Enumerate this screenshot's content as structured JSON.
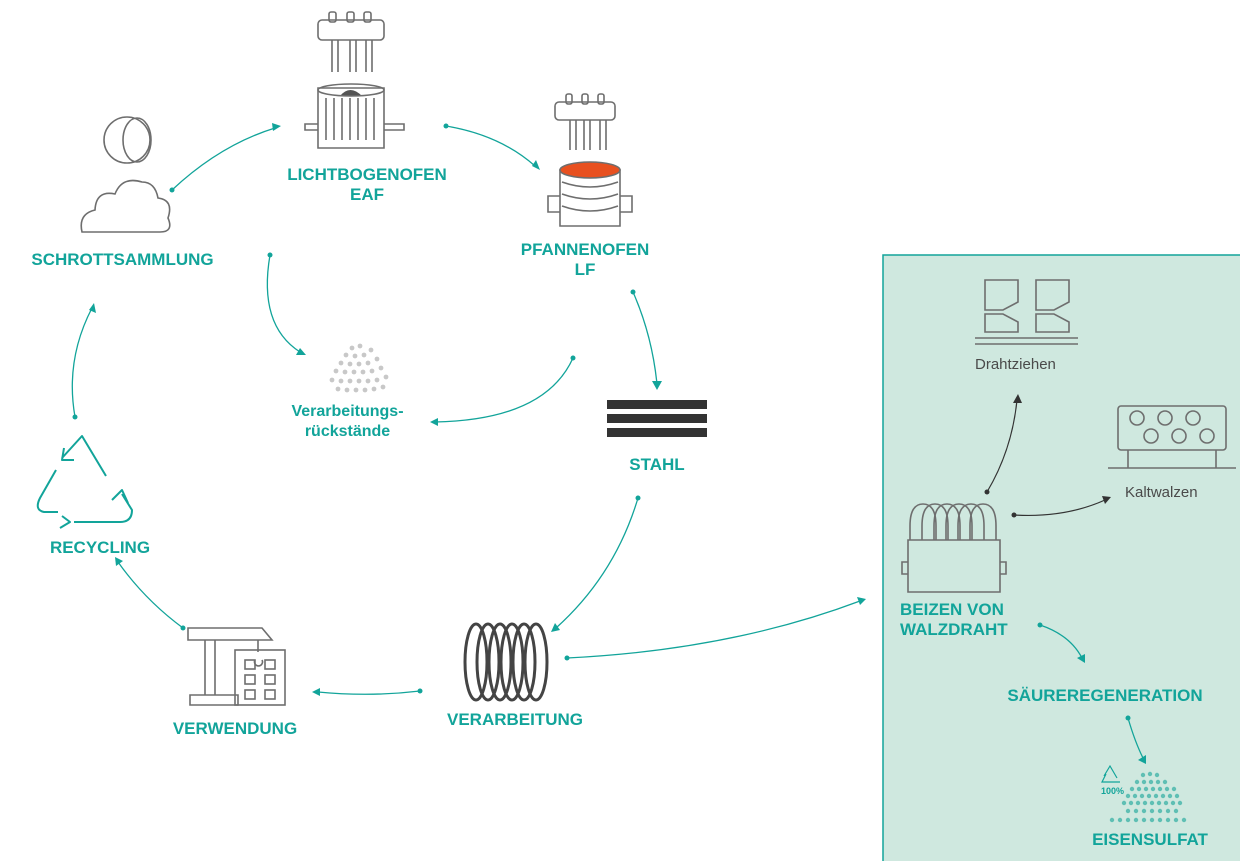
{
  "colors": {
    "teal": "#12a49a",
    "panel": "#cfe8df",
    "icon_gray": "#6e6e6e",
    "molten": "#e8501f",
    "arrow_dark": "#333333"
  },
  "nodes": {
    "eaf": {
      "line1": "LICHTBOGENOFEN",
      "line2": "EAF",
      "icon": "electric-arc-furnace-icon"
    },
    "lf": {
      "line1": "PFANNENOFEN",
      "line2": "LF",
      "icon": "ladle-furnace-icon"
    },
    "scrap": {
      "label": "SCHROTTSAMMLUNG",
      "icon": "scrap-collection-icon"
    },
    "residues": {
      "line1": "Verarbeitungs-",
      "line2": "rückstände",
      "icon": "residue-pile-icon"
    },
    "steel": {
      "label": "STAHL",
      "icon": "steel-bars-icon"
    },
    "recycling": {
      "label": "RECYCLING",
      "icon": "recycle-icon"
    },
    "processing": {
      "label": "VERARBEITUNG",
      "icon": "wire-coil-icon"
    },
    "use": {
      "label": "VERWENDUNG",
      "icon": "buildings-crane-icon"
    }
  },
  "panel": {
    "drawing": {
      "label": "Drahtziehen",
      "icon": "wire-drawing-icon"
    },
    "cold_rolling": {
      "label": "Kaltwalzen",
      "icon": "cold-rolling-icon"
    },
    "pickling": {
      "line1": "BEIZEN VON",
      "line2": "WALZDRAHT",
      "icon": "pickling-bath-icon"
    },
    "acid_regen": {
      "label": "SÄUREREGENERATION"
    },
    "sulfate": {
      "label": "EISENSULFAT",
      "badge": "100%",
      "icon": "iron-sulfate-icon"
    }
  }
}
